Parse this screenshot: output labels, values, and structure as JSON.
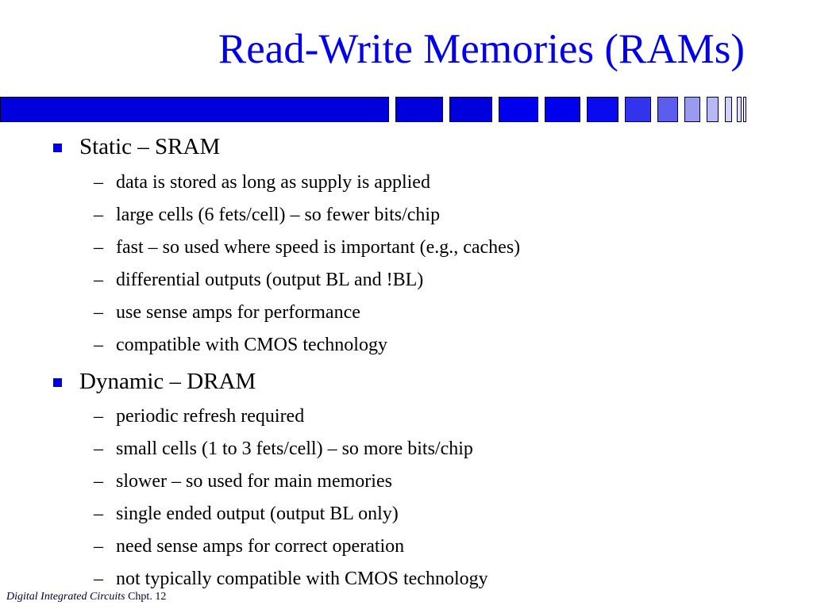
{
  "slide": {
    "title": "Read-Write Memories (RAMs)",
    "accent_color": "#0000ee",
    "sections": [
      {
        "heading": "Static – SRAM",
        "items": [
          "data is stored as long as supply is applied",
          "large cells (6 fets/cell) – so fewer bits/chip",
          "fast – so used where speed is important (e.g., caches)",
          "differential outputs (output BL and !BL)",
          "use sense amps for performance",
          "compatible with CMOS technology"
        ]
      },
      {
        "heading": "Dynamic – DRAM",
        "items": [
          "periodic refresh required",
          "small cells (1 to 3 fets/cell) – so more bits/chip",
          "slower – so used for main memories",
          "single ended output (output BL only)",
          "need sense amps for correct operation",
          "not typically compatible with CMOS technology"
        ]
      }
    ],
    "dash_glyph": "–"
  },
  "footer": {
    "book": "Digital Integrated Circuits",
    "chapter": "Chpt. 12"
  }
}
